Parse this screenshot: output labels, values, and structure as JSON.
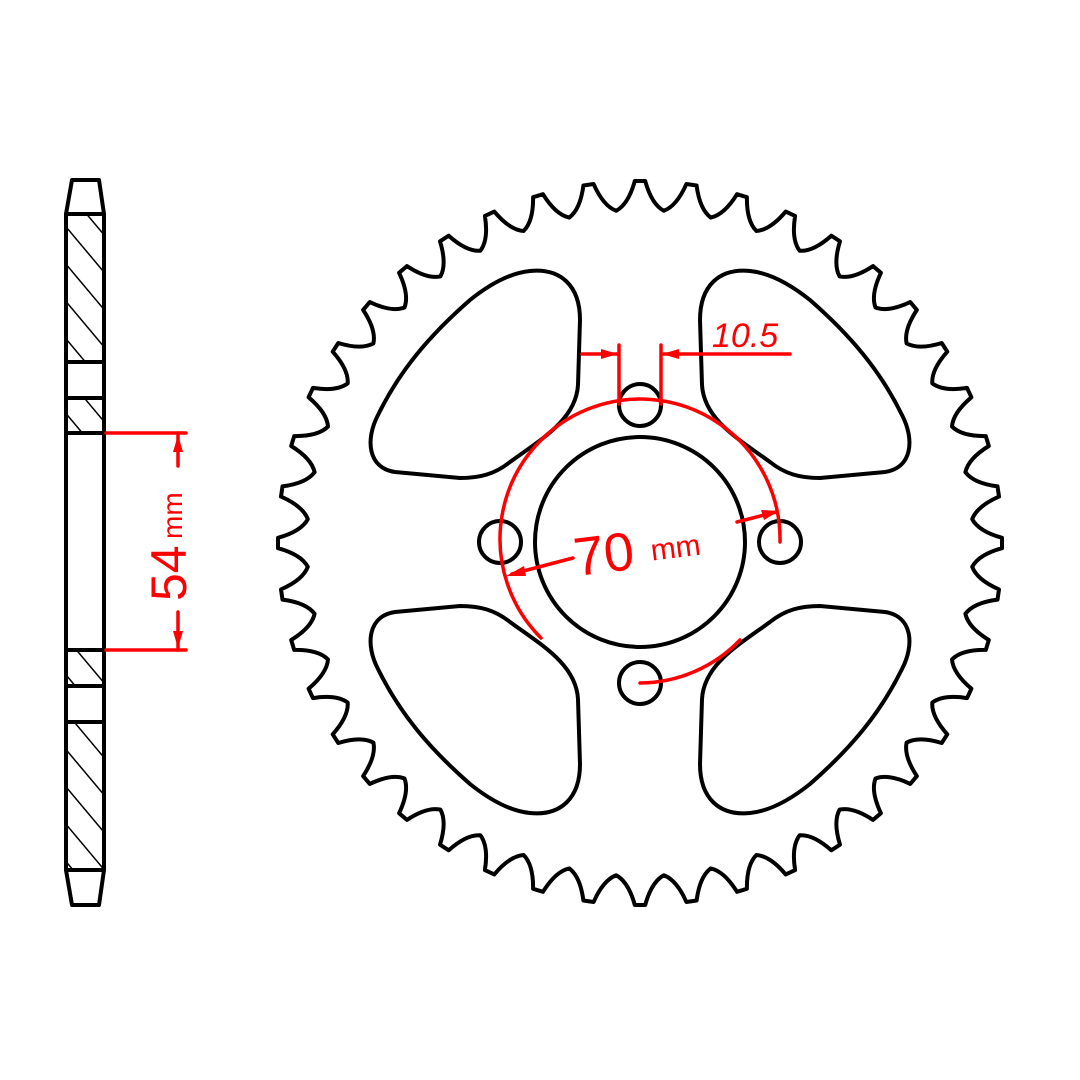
{
  "drawing": {
    "subject": "Rear chain sprocket technical drawing",
    "line_color": "#000000",
    "dimension_color": "#ff0000",
    "background": "#ffffff"
  },
  "side_view": {
    "dimension_value": "54",
    "dimension_unit": "mm",
    "dimension_label": "54 mm"
  },
  "front_view": {
    "pcd_value": "70",
    "pcd_unit": "mm",
    "pcd_label": "70 mm",
    "bolt_hole_value": "10.5",
    "bolt_hole_count": 4,
    "lightening_cutouts": 4
  }
}
